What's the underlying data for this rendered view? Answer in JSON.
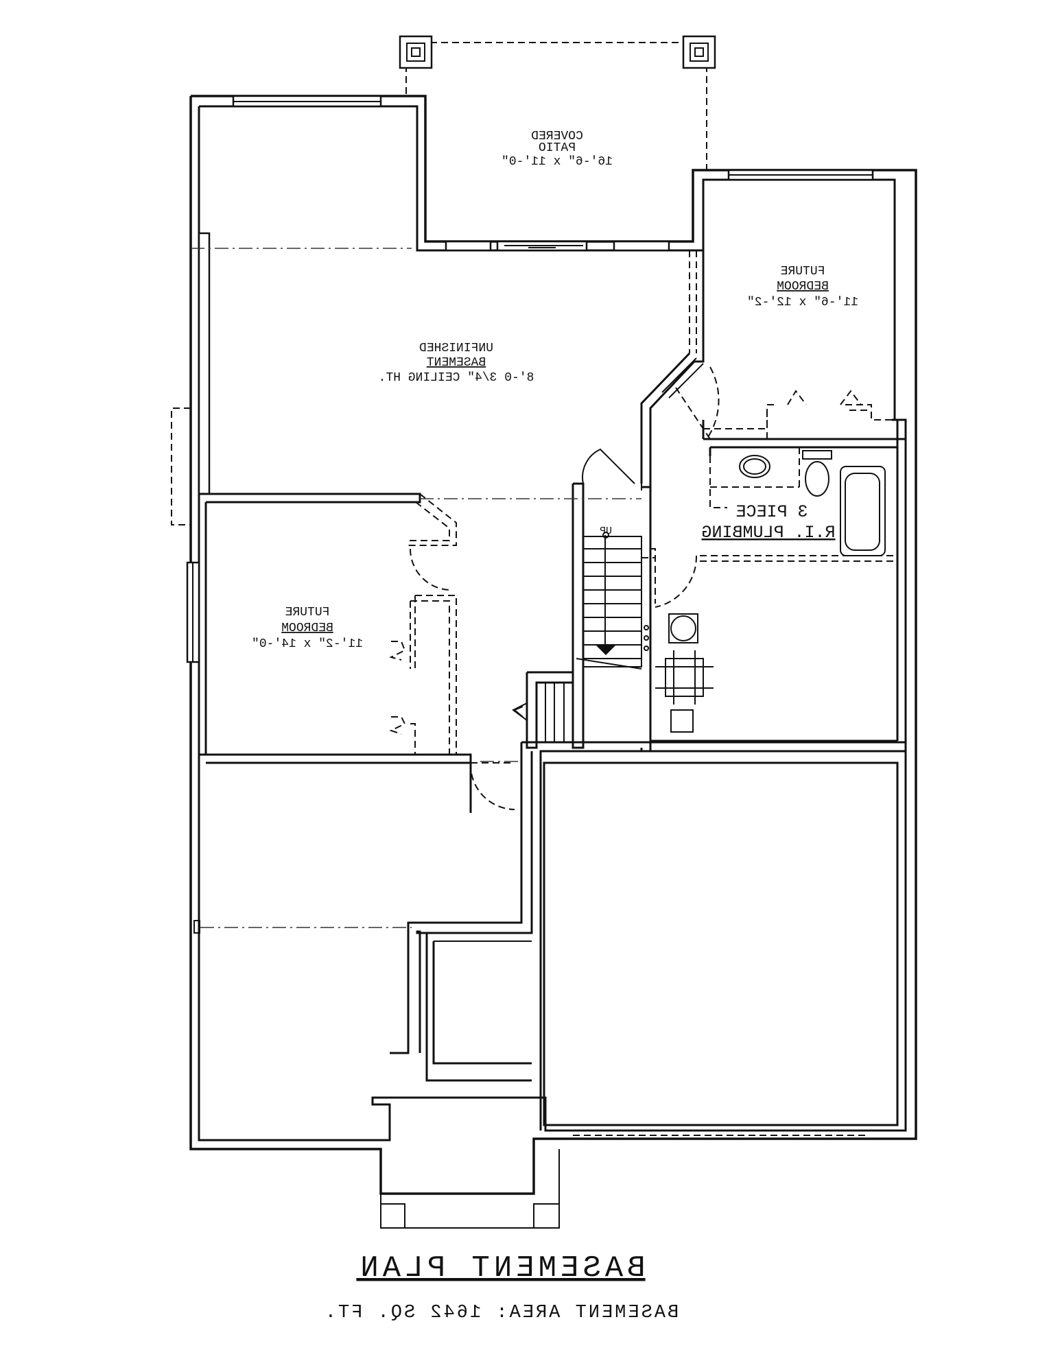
{
  "rooms": {
    "covered_patio": {
      "name": "COVERED\nPATIO",
      "line1": "COVERED",
      "line2": "PATIO",
      "size": "16'-6\" x 11'-0\""
    },
    "future_bedroom_right": {
      "line1": "FUTURE",
      "line2": "BEDROOM",
      "size": "11'-6\" x 12'-2\""
    },
    "unfinished_basement": {
      "line1": "UNFINISHED",
      "line2": "BASEMENT",
      "size": "8'-0 3/4\" CEILING HT."
    },
    "future_bedroom_left": {
      "line1": "FUTURE",
      "line2": "BEDROOM",
      "size": "11'-2\" x 14'-0\""
    },
    "plumbing": {
      "line1": "3 PIECE",
      "line2": "R.I. PLUMBING"
    },
    "stair": {
      "label": "UP"
    }
  },
  "title": "BASEMENT PLAN",
  "subtitle": "BASEMENT AREA: 1642 SQ. FT."
}
